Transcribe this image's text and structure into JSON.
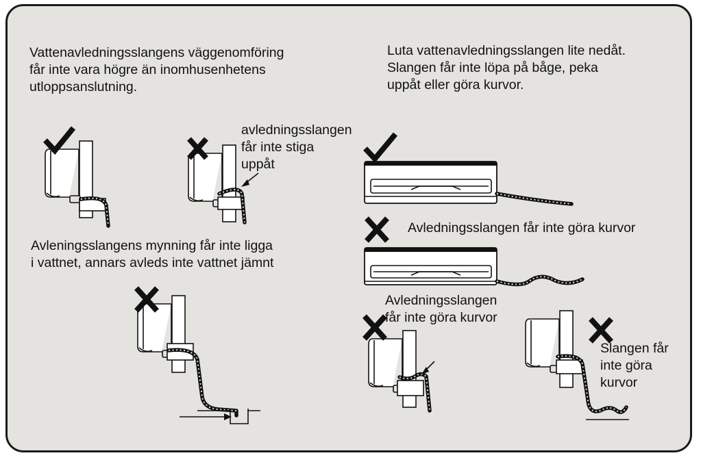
{
  "texts": {
    "wall_pass_note": "Vattenavledningsslangens väggenomföring\nfår inte vara högre än inomhusenhetens\nutloppsanslutning.",
    "slope_note": "Luta vattenavledningsslangen lite nedåt.\nSlangen får inte löpa på båge, peka\nuppåt eller göra kurvor.",
    "rise_label": "avledningsslangen\nfår inte stiga\nuppåt",
    "water_note": "Avleningsslangens mynning får inte ligga\ni vattnet, annars avleds inte vattnet jämnt",
    "no_curves_label_1": "Avledningsslangen får inte göra kurvor",
    "no_curves_label_2": "Avledningsslangen\nfår inte göra kurvor",
    "no_curves_label_3": "Slangen får\ninte göra\nkurvor"
  },
  "marks": {
    "correct": "check-mark-icon",
    "incorrect": "cross-mark-icon"
  }
}
